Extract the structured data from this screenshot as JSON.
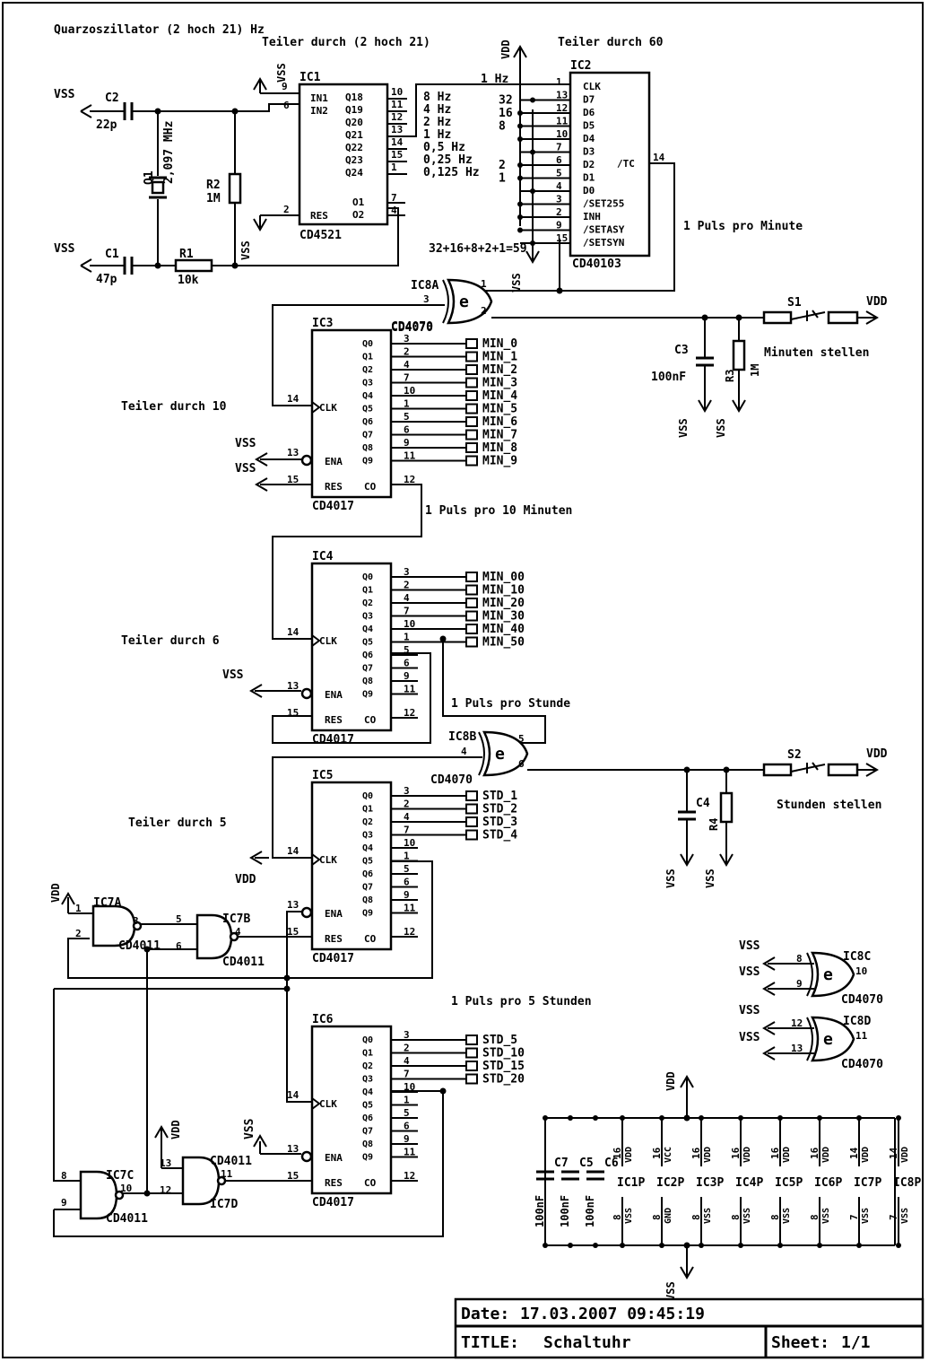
{
  "notes": {
    "osc": "Quarzoszillator (2 hoch 21) Hz",
    "div21": "Teiler durch (2 hoch 21)",
    "div60": "Teiler durch 60",
    "hz1": "1 Hz",
    "ppm": "1 Puls pro Minute",
    "sum": "32+16+8+2+1=59",
    "div10": "Teiler durch 10",
    "p10": "1 Puls pro 10 Minuten",
    "div6": "Teiler durch 6",
    "pstd": "1 Puls pro Stunde",
    "div5": "Teiler durch 5",
    "p5": "1 Puls pro 5 Stunden",
    "minset": "Minuten stellen",
    "stdset": "Stunden stellen"
  },
  "ic1": {
    "ref": "IC1",
    "part": "CD4521",
    "in1": "IN1",
    "in2": "IN2",
    "res": "RES",
    "outs": [
      "Q18",
      "Q19",
      "Q20",
      "Q21",
      "Q22",
      "Q23",
      "Q24"
    ],
    "outpins": [
      "10",
      "11",
      "12",
      "13",
      "14",
      "15",
      "1"
    ],
    "freqs": [
      "8 Hz",
      "4 Hz",
      "2 Hz",
      "1 Hz",
      "0,5 Hz",
      "0,25 Hz",
      "0,125 Hz"
    ],
    "o1": "O1",
    "o2": "O2",
    "p9": "9",
    "p6": "6",
    "p2": "2",
    "p7": "7",
    "p4": "4"
  },
  "ic2": {
    "ref": "IC2",
    "part": "CD40103",
    "pins": [
      "CLK",
      "D7",
      "D6",
      "D5",
      "D4",
      "D3",
      "D2",
      "D1",
      "D0",
      "/SET255",
      "INH",
      "/SETASY",
      "/SETSYN"
    ],
    "pinnums": [
      "1",
      "13",
      "12",
      "11",
      "10",
      "7",
      "6",
      "5",
      "4",
      "3",
      "2",
      "9",
      "15"
    ],
    "tc": "/TC",
    "tcpin": "14",
    "weights": [
      "32",
      "16",
      "8",
      "2",
      "1"
    ]
  },
  "counters": [
    {
      "ref": "IC3",
      "part": "CD4017",
      "outs": [
        "MIN_0",
        "MIN_1",
        "MIN_2",
        "MIN_3",
        "MIN_4",
        "MIN_5",
        "MIN_6",
        "MIN_7",
        "MIN_8",
        "MIN_9"
      ]
    },
    {
      "ref": "IC4",
      "part": "CD4017",
      "outs": [
        "MIN_00",
        "MIN_10",
        "MIN_20",
        "MIN_30",
        "MIN_40",
        "MIN_50"
      ]
    },
    {
      "ref": "IC5",
      "part": "CD4017",
      "outs": [
        "STD_1",
        "STD_2",
        "STD_3",
        "STD_4"
      ]
    },
    {
      "ref": "IC6",
      "part": "CD4017",
      "outs": [
        "STD_5",
        "STD_10",
        "STD_15",
        "STD_20"
      ]
    }
  ],
  "cd4017": {
    "qs": [
      "Q0",
      "Q1",
      "Q2",
      "Q3",
      "Q4",
      "Q5",
      "Q6",
      "Q7",
      "Q8",
      "Q9"
    ],
    "qpins": [
      "3",
      "2",
      "4",
      "7",
      "10",
      "1",
      "5",
      "6",
      "9",
      "11"
    ],
    "clk": "CLK",
    "ena": "ENA",
    "res": "RES",
    "co": "CO",
    "p14": "14",
    "p13": "13",
    "p15": "15",
    "p12": "12"
  },
  "xor": {
    "a": {
      "ref": "IC8A",
      "part": "CD4070",
      "pins": [
        "1",
        "2",
        "3"
      ]
    },
    "b": {
      "ref": "IC8B",
      "part": "CD4070",
      "pins": [
        "5",
        "6",
        "4"
      ]
    },
    "c": {
      "ref": "IC8C",
      "part": "CD4070",
      "pins": [
        "8",
        "9",
        "10"
      ]
    },
    "d": {
      "ref": "IC8D",
      "part": "CD4070",
      "pins": [
        "12",
        "13",
        "11"
      ]
    },
    "sym": "e"
  },
  "nand": {
    "a": {
      "ref": "IC7A",
      "part": "CD4011",
      "pins": [
        "1",
        "2",
        "3"
      ]
    },
    "b": {
      "ref": "IC7B",
      "part": "CD4011",
      "pins": [
        "5",
        "6",
        "4"
      ]
    },
    "c": {
      "ref": "IC7C",
      "part": "CD4011",
      "pins": [
        "8",
        "9",
        "10"
      ]
    },
    "d": {
      "ref": "IC7D",
      "part": "CD4011",
      "pins": [
        "13",
        "12",
        "11"
      ]
    }
  },
  "parts": {
    "c2": "C2",
    "c2v": "22p",
    "c1": "C1",
    "c1v": "47p",
    "q1": "Q1",
    "q1v": "2,097 MHz",
    "r2": "R2",
    "r2v": "1M",
    "r1": "R1",
    "r1v": "10k",
    "c3": "C3",
    "c3v": "100nF",
    "r3": "R3",
    "r3v": "1M",
    "s1": "S1",
    "c4": "C4",
    "r4": "R4",
    "s2": "S2",
    "c7": "C7",
    "c5": "C5",
    "c6": "C6",
    "cv": "100nF"
  },
  "rails": {
    "vss": "VSS",
    "vdd": "VDD",
    "gnd": "GND",
    "vcc": "VCC"
  },
  "power": {
    "refs": [
      "IC1P",
      "IC2P",
      "IC3P",
      "IC4P",
      "IC5P",
      "IC6P",
      "IC7P",
      "IC8P"
    ],
    "top": [
      "16",
      "16",
      "16",
      "16",
      "16",
      "16",
      "14",
      "14"
    ],
    "topn": [
      "VDD",
      "VCC",
      "VDD",
      "VDD",
      "VDD",
      "VDD",
      "VDD",
      "VDD"
    ],
    "bot": [
      "8",
      "8",
      "8",
      "8",
      "8",
      "8",
      "7",
      "7"
    ],
    "botn": [
      "VSS",
      "GND",
      "VSS",
      "VSS",
      "VSS",
      "VSS",
      "VSS",
      "VSS"
    ]
  },
  "titleblock": {
    "date_label": "Date:",
    "date": "17.03.2007 09:45:19",
    "title_label": "TITLE:",
    "title": "Schaltuhr",
    "sheet_label": "Sheet:",
    "sheet": "1/1"
  }
}
